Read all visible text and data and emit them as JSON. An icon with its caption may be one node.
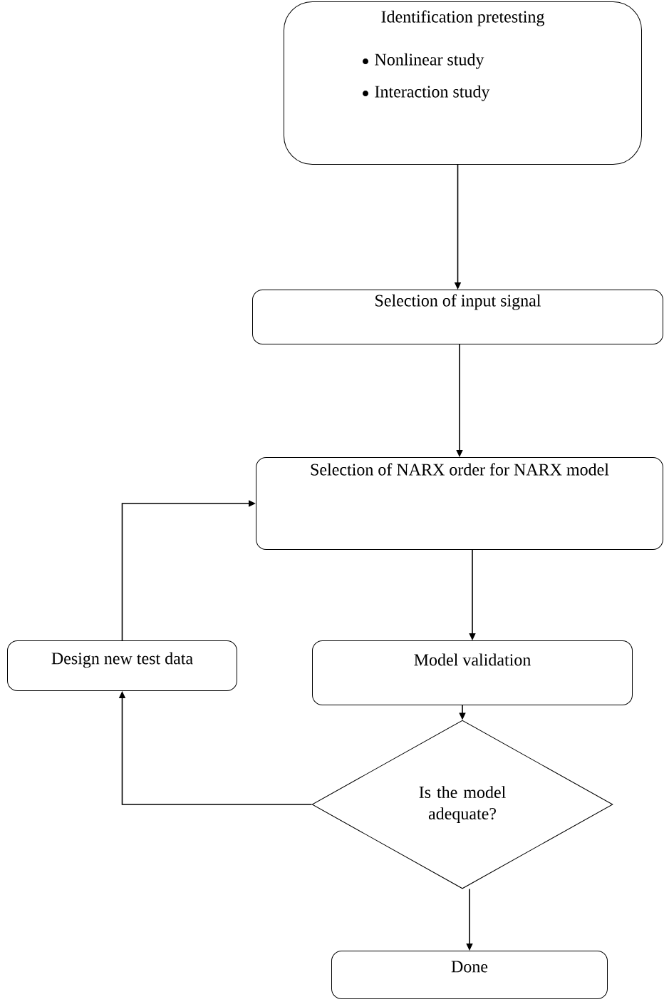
{
  "diagram": {
    "nodes": [
      {
        "text": [
          "Identification pretesting",
          "Nonlinear study",
          "Interaction study"
        ]
      },
      {
        "text": [
          "Selection of input signal"
        ]
      },
      {
        "text": [
          "Selection of NARX order for NARX model"
        ]
      },
      {
        "text": [
          "Design new test data"
        ]
      },
      {
        "text": [
          "Model validation"
        ]
      },
      {
        "text": [
          "Is the model adequate?"
        ]
      },
      {
        "text": [
          "Done"
        ]
      }
    ],
    "edges": [
      {
        "from": 0,
        "to": 1,
        "arrow": "to"
      },
      {
        "from": 1,
        "to": 2,
        "arrow": "to"
      },
      {
        "from": 2,
        "to": 4,
        "arrow": "to"
      },
      {
        "from": 4,
        "to": 5,
        "arrow": "to"
      },
      {
        "from": 5,
        "to": 6,
        "arrow": "to"
      },
      {
        "from": 5,
        "to": 3,
        "arrow": "to"
      },
      {
        "from": 3,
        "to": 2,
        "arrow": "to"
      }
    ]
  }
}
